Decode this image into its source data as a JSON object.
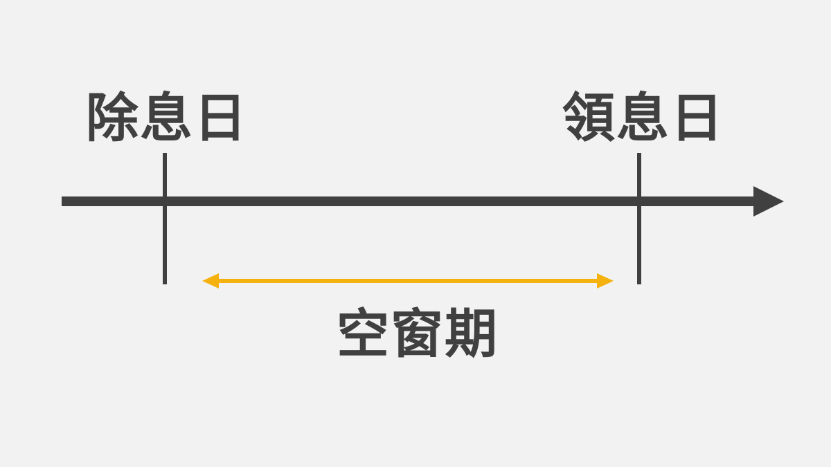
{
  "labels": {
    "ex_dividend_date": "除息日",
    "payment_date": "領息日",
    "gap_period": "空窗期"
  },
  "colors": {
    "background": "#f2f2f2",
    "timeline": "#404040",
    "gap_arrow": "#f5b20f",
    "text": "#404040"
  }
}
